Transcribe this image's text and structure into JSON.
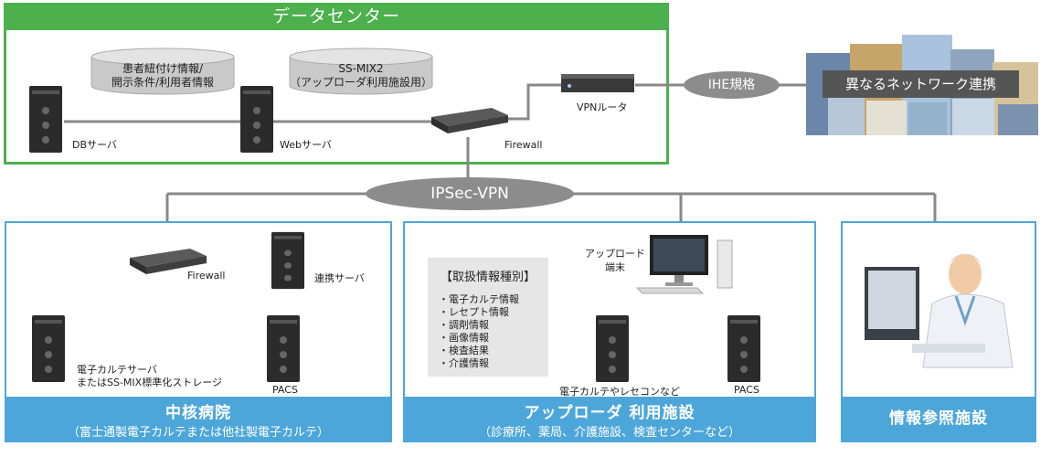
{
  "data_center": {
    "title": "データセンター",
    "db1_line1": "患者紐付け情報/",
    "db1_line2": "開示条件/利用者情報",
    "db2_line1": "SS-MIX2",
    "db2_line2": "（アップローダ利用施設用）",
    "db_server": "DBサーバ",
    "web_server": "Webサーバ",
    "firewall": "Firewall",
    "vpn_router": "VPNルータ"
  },
  "ihe": "IHE規格",
  "network": "異なるネットワーク連携",
  "ipsec": "IPSec-VPN",
  "core_hospital": {
    "firewall": "Firewall",
    "link_server": "連携サーバ",
    "emr_line1": "電子カルテサーバ",
    "emr_line2": "またはSS-MIX標準化ストレージ",
    "pacs": "PACS",
    "title": "中核病院",
    "subtitle": "（富士通製電子カルテまたは他社製電子カルテ）"
  },
  "uploader": {
    "info_title": "【取扱情報種別】",
    "info_items": [
      "・電子カルテ情報",
      "・レセプト情報",
      "・調剤情報",
      "・画像情報",
      "・検査結果",
      "・介護情報"
    ],
    "terminal_line1": "アップロード",
    "terminal_line2": "端末",
    "emr": "電子カルテやレセコンなど",
    "pacs": "PACS",
    "title": "アップローダ 利用施設",
    "subtitle": "（診療所、薬局、介護施設、検査センターなど）"
  },
  "reference": {
    "title": "情報参照施設"
  }
}
